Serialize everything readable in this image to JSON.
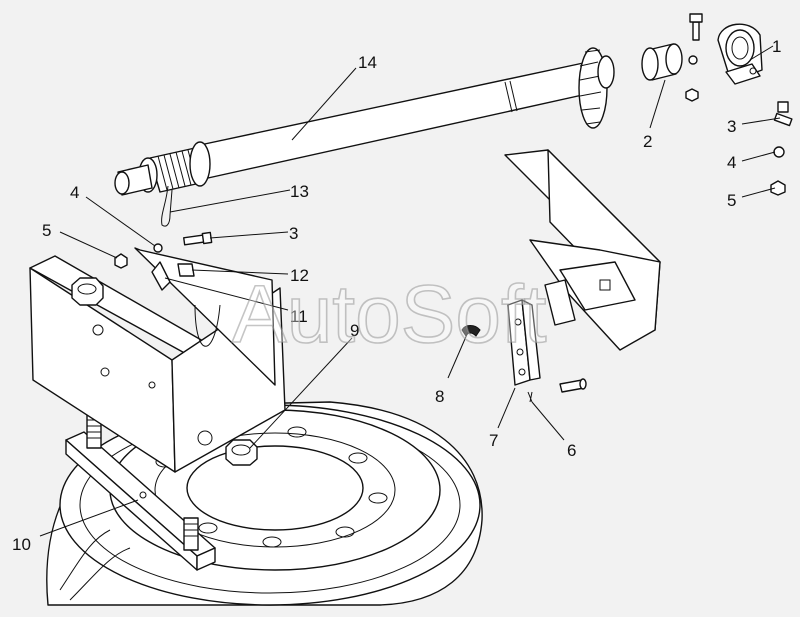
{
  "watermark": {
    "text": "AutoSoft"
  },
  "callouts": [
    {
      "id": "c1",
      "label": "1"
    },
    {
      "id": "c2",
      "label": "2"
    },
    {
      "id": "c3a",
      "label": "3"
    },
    {
      "id": "c3b",
      "label": "3"
    },
    {
      "id": "c4a",
      "label": "4"
    },
    {
      "id": "c4b",
      "label": "4"
    },
    {
      "id": "c5a",
      "label": "5"
    },
    {
      "id": "c5b",
      "label": "5"
    },
    {
      "id": "c6",
      "label": "6"
    },
    {
      "id": "c7",
      "label": "7"
    },
    {
      "id": "c8",
      "label": "8"
    },
    {
      "id": "c9",
      "label": "9"
    },
    {
      "id": "c10",
      "label": "10"
    },
    {
      "id": "c11",
      "label": "11"
    },
    {
      "id": "c12",
      "label": "12"
    },
    {
      "id": "c13",
      "label": "13"
    },
    {
      "id": "c14",
      "label": "14"
    }
  ]
}
